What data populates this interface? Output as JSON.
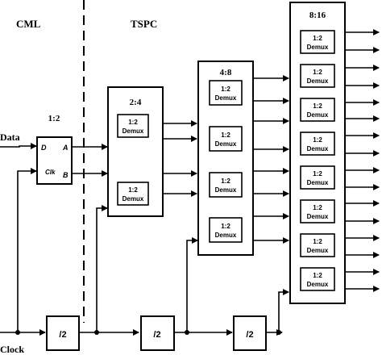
{
  "regions": {
    "left": "CML",
    "right": "TSPC"
  },
  "inputs": {
    "data": "Data",
    "clock": "Clock"
  },
  "stage1": {
    "title": "1:2",
    "pin_d": "D",
    "pin_clk": "Clk",
    "pin_a": "A",
    "pin_b": "B"
  },
  "stage2": {
    "title": "2:4"
  },
  "stage3": {
    "title": "4:8"
  },
  "stage4": {
    "title": "8:16"
  },
  "demux": {
    "ratio": "1:2",
    "name": "Demux"
  },
  "divider": {
    "label": "/2"
  }
}
